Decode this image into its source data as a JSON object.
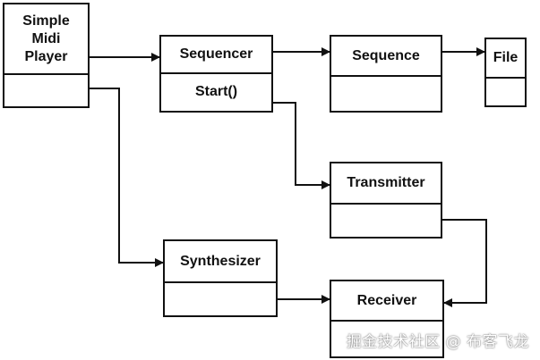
{
  "diagram": {
    "nodes": {
      "simple_midi_player": {
        "title": "Simple\nMidi\nPlayer"
      },
      "sequencer": {
        "title": "Sequencer",
        "method": "Start()"
      },
      "sequence": {
        "title": "Sequence"
      },
      "file": {
        "title": "File"
      },
      "transmitter": {
        "title": "Transmitter"
      },
      "synthesizer": {
        "title": "Synthesizer"
      },
      "receiver": {
        "title": "Receiver"
      }
    },
    "colors": {
      "line": "#111111",
      "background": "#ffffff"
    }
  },
  "watermark": {
    "text": "掘金技术社区 @ 布客飞龙"
  }
}
